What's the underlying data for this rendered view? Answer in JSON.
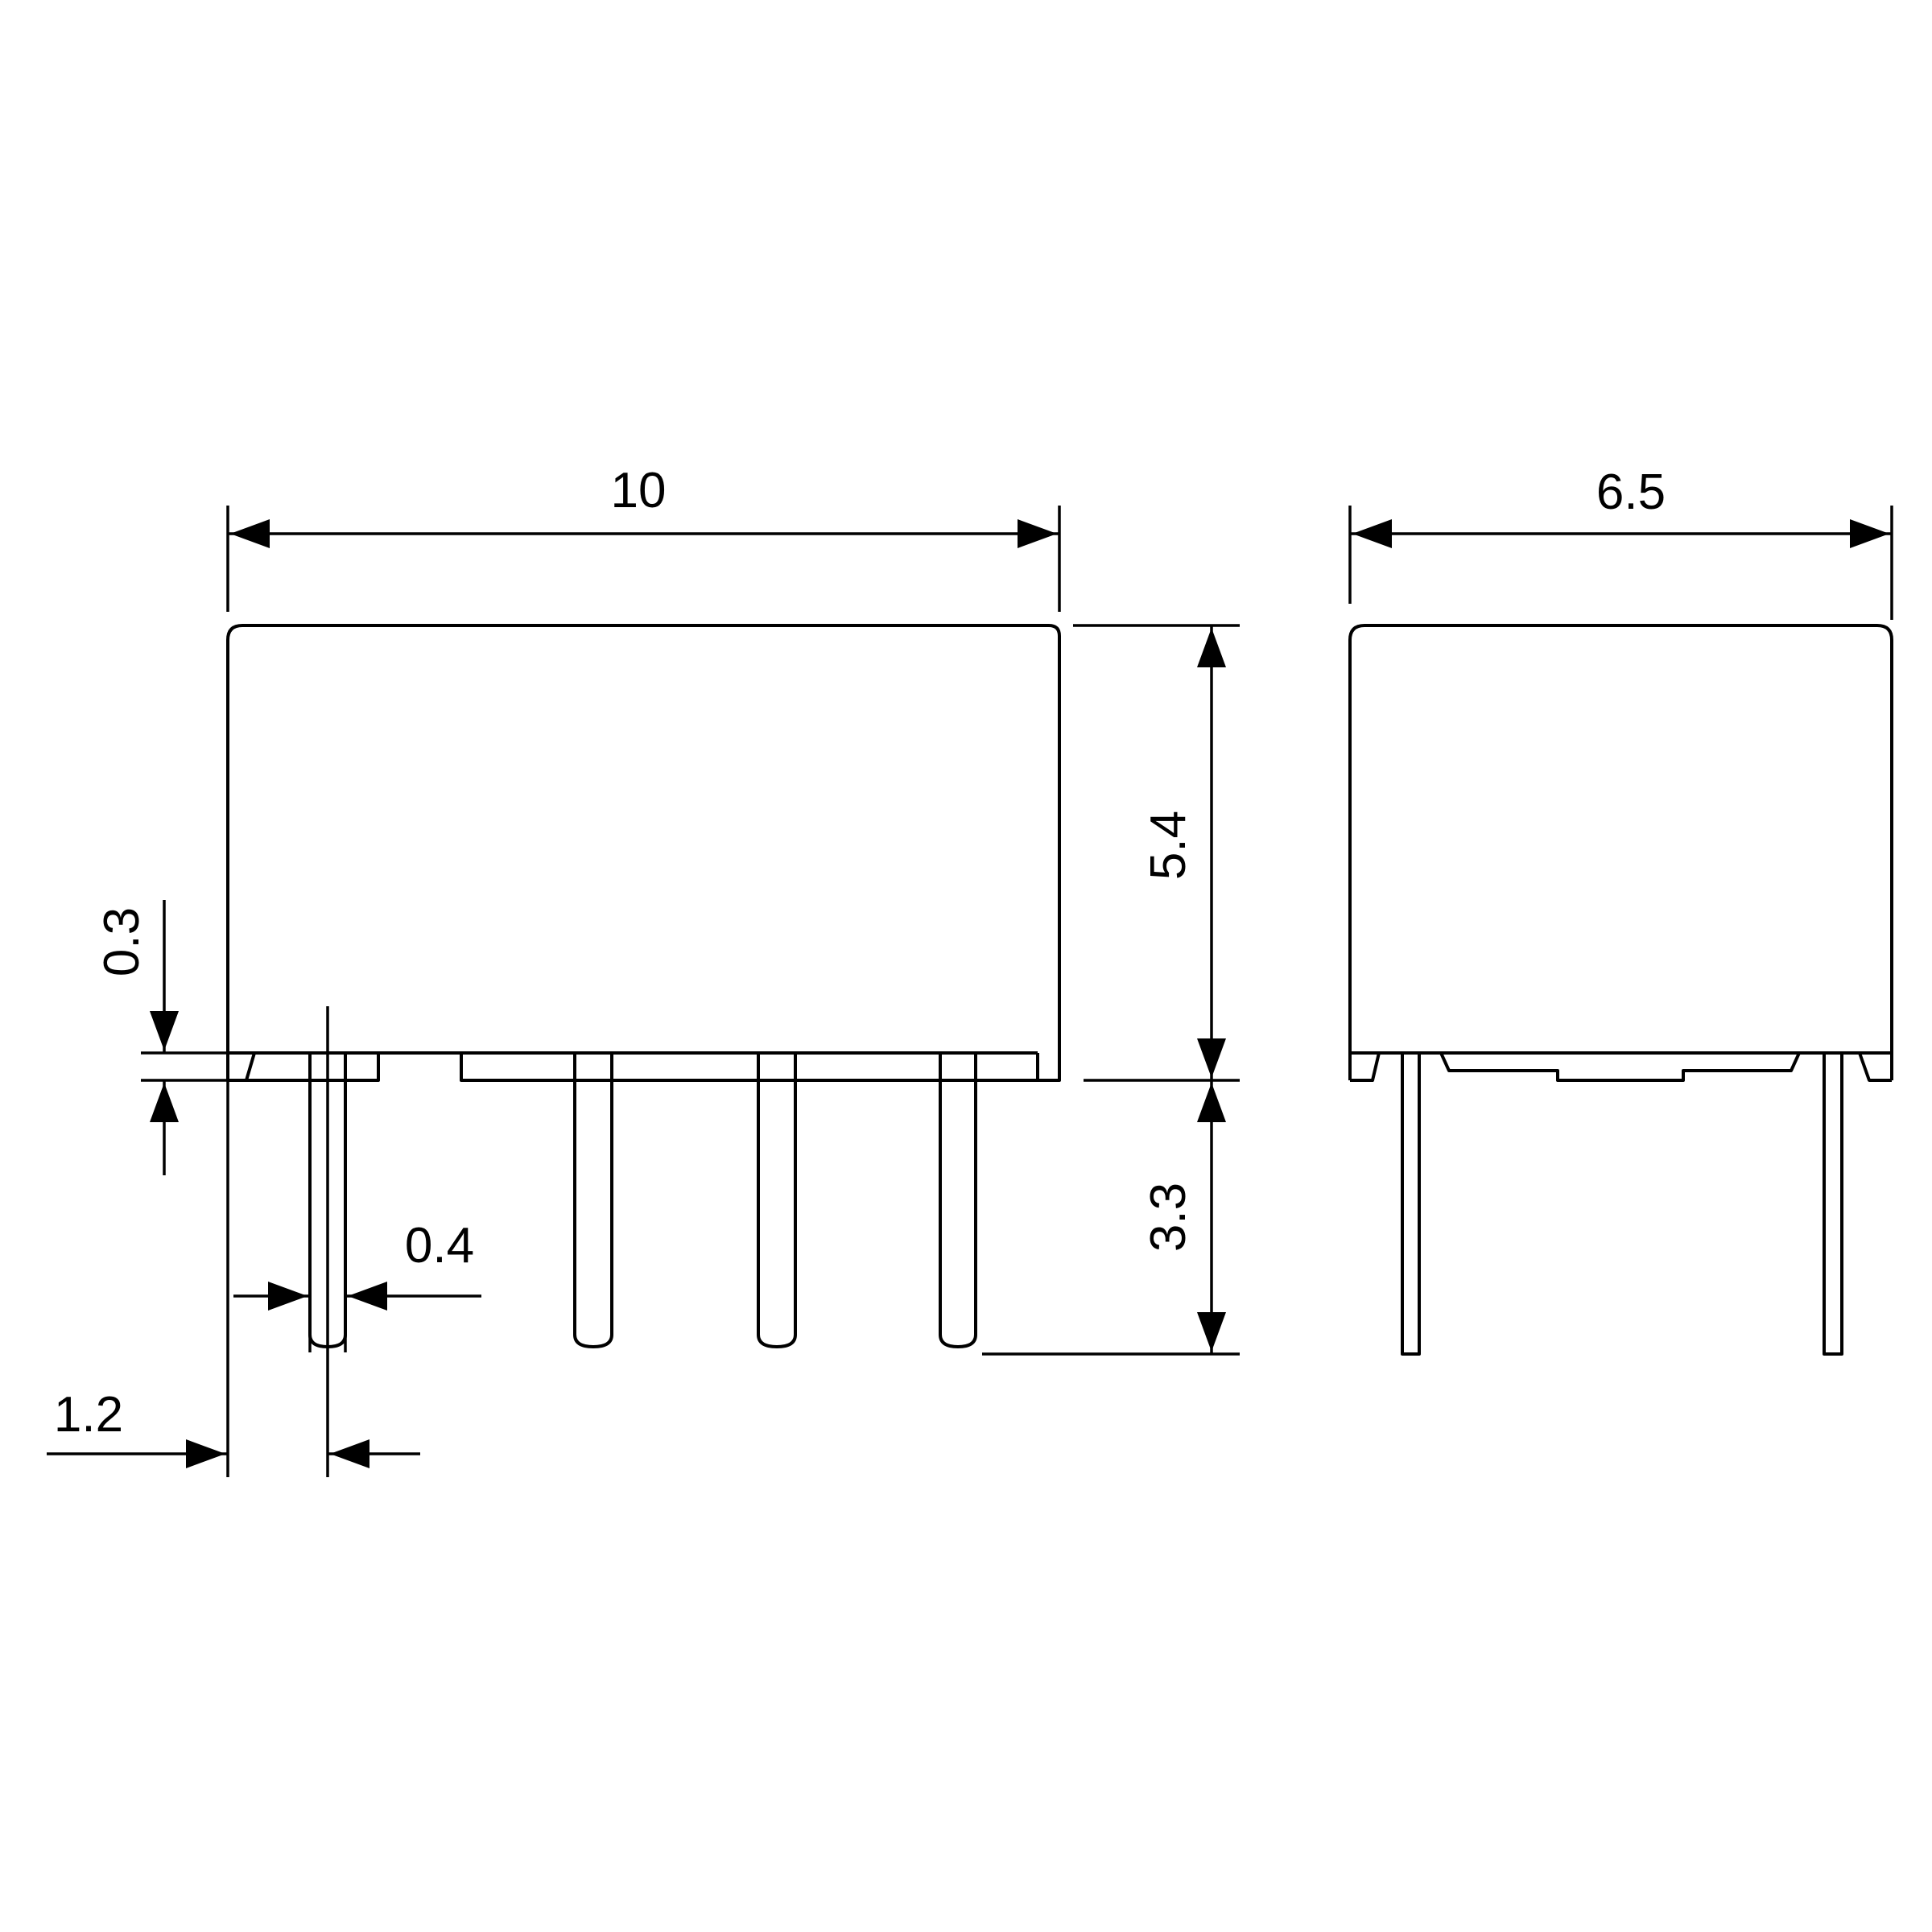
{
  "diagram": {
    "background": "#ffffff",
    "line_color": "#000000",
    "dimensions": {
      "length": "10",
      "width": "6.5",
      "body_height": "5.4",
      "pin_length": "3.3",
      "standoff": "0.3",
      "pin_width": "0.4",
      "pin_offset": "1.2"
    }
  }
}
